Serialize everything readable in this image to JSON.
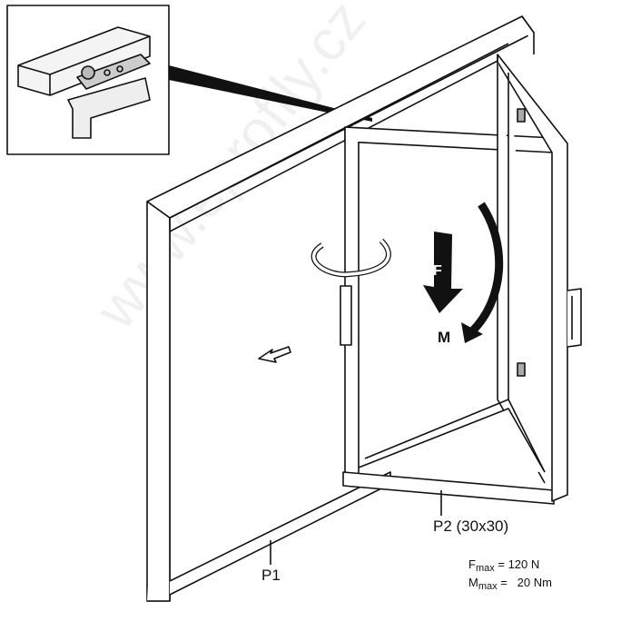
{
  "labels": {
    "p1": "P1",
    "p2": "P2 (30x30)",
    "force": "F",
    "moment": "M"
  },
  "specs": {
    "fmax_sym": "F",
    "fmax_sub": "max",
    "fmax_val": "= 120 N",
    "mmax_sym": "M",
    "mmax_sub": "max",
    "mmax_val": "=   20 Nm"
  },
  "watermark": "www.eprofily.cz"
}
